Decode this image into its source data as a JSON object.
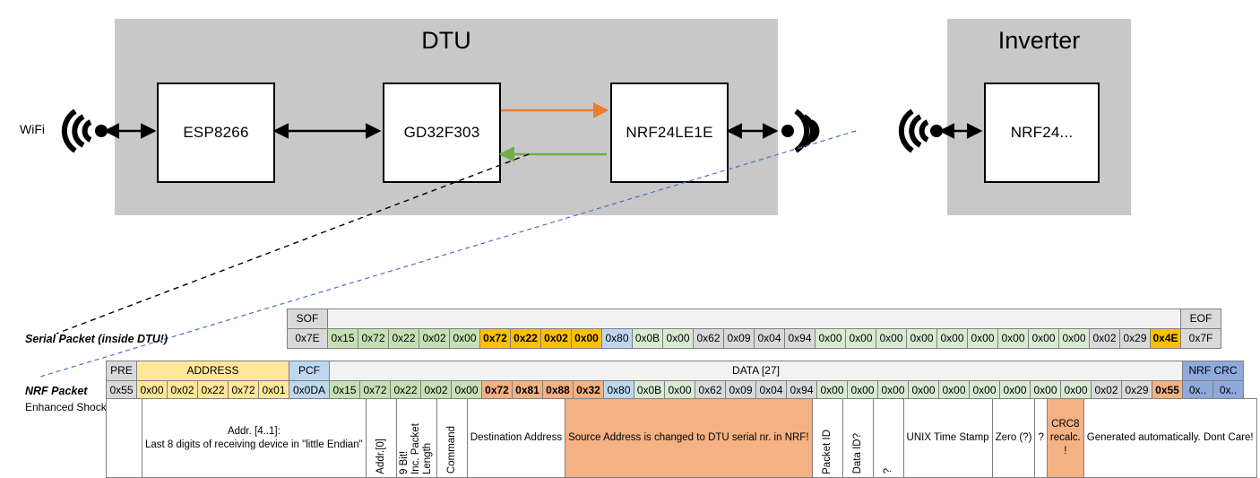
{
  "diagram": {
    "dtu": {
      "title": "DTU",
      "chips": [
        {
          "label": "ESP8266"
        },
        {
          "label": "GD32F303"
        },
        {
          "label": "NRF24LE1E"
        }
      ],
      "wifi_label": "WiFi"
    },
    "inverter": {
      "title": "Inverter",
      "chips": [
        {
          "label": "NRF24..."
        }
      ]
    },
    "colors": {
      "enclosure": "#c8c8c8",
      "tx_arrow": "#ed7d31",
      "rx_arrow": "#70ad47",
      "serial_trace": "#000000",
      "nrf_trace": "#4472c4"
    }
  },
  "serial_packet": {
    "label": "Serial Packet (inside DTU!)",
    "sof_header": "SOF",
    "eof_header": "EOF",
    "sof_value": "0x7E",
    "eof_value": "0x7F",
    "bytes": [
      {
        "v": "0x15",
        "c": "green"
      },
      {
        "v": "0x72",
        "c": "green"
      },
      {
        "v": "0x22",
        "c": "green"
      },
      {
        "v": "0x02",
        "c": "green"
      },
      {
        "v": "0x00",
        "c": "green"
      },
      {
        "v": "0x72",
        "c": "yellow"
      },
      {
        "v": "0x22",
        "c": "yellow"
      },
      {
        "v": "0x02",
        "c": "yellow"
      },
      {
        "v": "0x00",
        "c": "yellow"
      },
      {
        "v": "0x80",
        "c": "blue"
      },
      {
        "v": "0x0B",
        "c": "lgreen"
      },
      {
        "v": "0x00",
        "c": "lgreen"
      },
      {
        "v": "0x62",
        "c": "gray"
      },
      {
        "v": "0x09",
        "c": "gray"
      },
      {
        "v": "0x04",
        "c": "gray"
      },
      {
        "v": "0x94",
        "c": "gray"
      },
      {
        "v": "0x00",
        "c": "lgreen"
      },
      {
        "v": "0x00",
        "c": "lgreen"
      },
      {
        "v": "0x00",
        "c": "lgreen"
      },
      {
        "v": "0x00",
        "c": "lgreen"
      },
      {
        "v": "0x00",
        "c": "lgreen"
      },
      {
        "v": "0x00",
        "c": "lgreen"
      },
      {
        "v": "0x00",
        "c": "lgreen"
      },
      {
        "v": "0x00",
        "c": "lgreen"
      },
      {
        "v": "0x00",
        "c": "lgreen"
      },
      {
        "v": "0x02",
        "c": "gray"
      },
      {
        "v": "0x29",
        "c": "gray"
      },
      {
        "v": "0x4E",
        "c": "orange"
      }
    ]
  },
  "nrf_packet": {
    "label": "NRF Packet",
    "sublabel": "Enhanced Shockburst",
    "headers": {
      "pre": "PRE",
      "address": "ADDRESS",
      "pcf": "PCF",
      "data": "DATA [27]",
      "crc": "NRF CRC"
    },
    "bytes": [
      {
        "v": "0x55",
        "c": "gray"
      },
      {
        "v": "0x00",
        "c": "addr"
      },
      {
        "v": "0x02",
        "c": "addr"
      },
      {
        "v": "0x22",
        "c": "addr"
      },
      {
        "v": "0x72",
        "c": "addr"
      },
      {
        "v": "0x01",
        "c": "addr"
      },
      {
        "v": "0x0DA",
        "c": "pcf"
      },
      {
        "v": "0x15",
        "c": "green"
      },
      {
        "v": "0x72",
        "c": "green"
      },
      {
        "v": "0x22",
        "c": "green"
      },
      {
        "v": "0x02",
        "c": "green"
      },
      {
        "v": "0x00",
        "c": "green"
      },
      {
        "v": "0x72",
        "c": "salmon"
      },
      {
        "v": "0x81",
        "c": "salmon"
      },
      {
        "v": "0x88",
        "c": "salmon"
      },
      {
        "v": "0x32",
        "c": "salmon"
      },
      {
        "v": "0x80",
        "c": "blue"
      },
      {
        "v": "0x0B",
        "c": "lgreen"
      },
      {
        "v": "0x00",
        "c": "lgreen"
      },
      {
        "v": "0x62",
        "c": "gray"
      },
      {
        "v": "0x09",
        "c": "gray"
      },
      {
        "v": "0x04",
        "c": "gray"
      },
      {
        "v": "0x94",
        "c": "gray"
      },
      {
        "v": "0x00",
        "c": "lgreen"
      },
      {
        "v": "0x00",
        "c": "lgreen"
      },
      {
        "v": "0x00",
        "c": "lgreen"
      },
      {
        "v": "0x00",
        "c": "lgreen"
      },
      {
        "v": "0x00",
        "c": "lgreen"
      },
      {
        "v": "0x00",
        "c": "lgreen"
      },
      {
        "v": "0x00",
        "c": "lgreen"
      },
      {
        "v": "0x00",
        "c": "lgreen"
      },
      {
        "v": "0x00",
        "c": "lgreen"
      },
      {
        "v": "0x02",
        "c": "gray"
      },
      {
        "v": "0x29",
        "c": "gray"
      },
      {
        "v": "0x55",
        "c": "salmon"
      },
      {
        "v": "0x..",
        "c": "crc"
      },
      {
        "v": "0x..",
        "c": "crc"
      }
    ]
  },
  "descriptions": {
    "address": "Addr. [4..1]:\nLast 8 digits of receiving device in \"little Endian\"",
    "addr0": "Addr.[0]",
    "packet_length": "9 Bit!\nInc. Packet Length",
    "command": "Command",
    "destination": "Destination Address",
    "source": "Source Address is changed to DTU serial nr. in NRF!",
    "packet_id": "Packet ID",
    "data_id": "Data ID?",
    "unknown1": "?",
    "timestamp": "UNIX Time Stamp",
    "zero": "Zero (?)",
    "unknown2": "?",
    "crc8": "CRC8 recalc.!",
    "nrf_crc": "Generated automatically. Dont Care!"
  }
}
